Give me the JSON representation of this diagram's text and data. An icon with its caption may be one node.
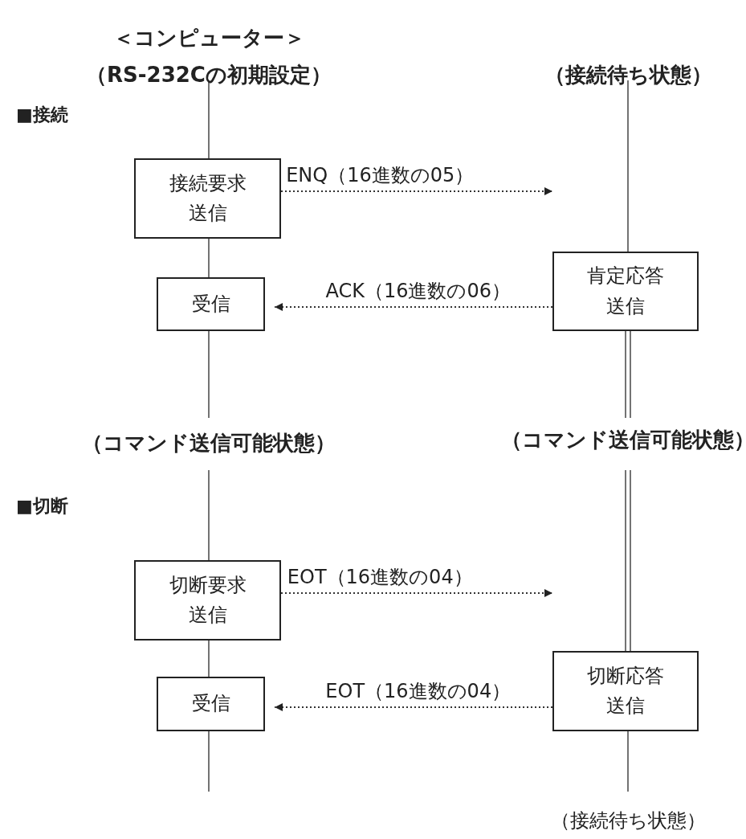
{
  "diagram": {
    "nodes": [
      {
        "text": [
          "接続要求送信"
        ]
      },
      {
        "text": [
          "肯定応答送信"
        ]
      },
      {
        "text": [
          "受信"
        ]
      },
      {
        "text": [
          "切断要求送信"
        ]
      },
      {
        "text": [
          "切断応答送信"
        ]
      },
      {
        "text": [
          "受信"
        ]
      }
    ],
    "edges": [
      {
        "from": 0,
        "to": null,
        "arrow": "to",
        "label": "ENQ（16進数の05）",
        "style": "dashed"
      },
      {
        "from": 1,
        "to": 2,
        "arrow": "to",
        "label": "ACK（16進数の06）",
        "style": "dashed"
      },
      {
        "from": 3,
        "to": null,
        "arrow": "to",
        "label": "EOT（16進数の04）",
        "style": "dashed"
      },
      {
        "from": 4,
        "to": 5,
        "arrow": "to",
        "label": "EOT（16進数の04）",
        "style": "dashed"
      },
      {
        "from": 0,
        "to": 2,
        "arrow": "none"
      },
      {
        "from": 3,
        "to": 5,
        "arrow": "none"
      }
    ],
    "labels": [
      "＜コンピューター＞",
      "（RS-232Cの初期設定）",
      "（接続待ち状態）",
      "■接続",
      "（コマンド送信可能状態）",
      "（コマンド送信可能状態）",
      "■切断",
      "（接続待ち状態）"
    ]
  }
}
